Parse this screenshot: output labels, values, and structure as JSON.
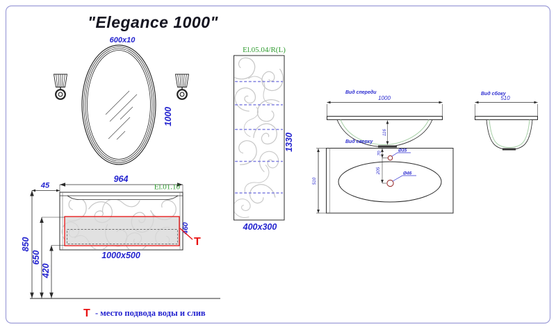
{
  "title": "\"Elegance 1000\"",
  "mirror": {
    "size_label": "600x10",
    "height_label": "1000"
  },
  "panel": {
    "code": "El.05.04/R(L)",
    "height_label": "1330",
    "size_label": "400x300"
  },
  "cabinet": {
    "code": "El.01.10",
    "width_label": "964",
    "wall_offset_label": "45",
    "total_height_label": "850",
    "mid_height_label": "650",
    "lower_height_label": "420",
    "drawer_label": "460",
    "size_label": "1000x500",
    "t_mark": "Т"
  },
  "views": {
    "front": {
      "label": "Вид спереди",
      "width_label": "1000",
      "bowl_depth_label": "116"
    },
    "side": {
      "label": "Вид сбоку",
      "width_label": "510"
    },
    "top": {
      "label": "Вид сверху",
      "depth_label": "510",
      "faucet_offset_label": "70",
      "drain_offset_label": "205",
      "faucet_hole_label": "Ø35",
      "drain_hole_label": "Ø46"
    }
  },
  "legend": {
    "symbol": "Т",
    "text": "- место подвода воды и слив"
  },
  "colors": {
    "dimension_blue": "#2424cf",
    "code_green": "#2f9b2f",
    "mark_red": "#e81010",
    "dashed_blue": "#8080e0",
    "line_dark": "#2b2b2b",
    "pattern_gray": "#c8c8c8",
    "frame_border": "#9c9cd8",
    "hole_maroon": "#993333"
  }
}
